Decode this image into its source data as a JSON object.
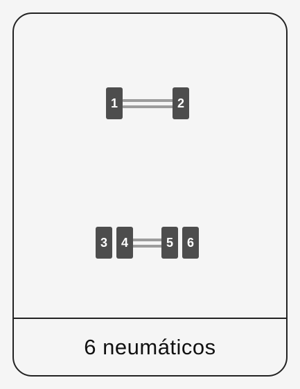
{
  "diagram": {
    "axles": [
      {
        "tires": [
          {
            "label": "1"
          },
          {
            "label": "2"
          }
        ]
      },
      {
        "tires": [
          {
            "label": "3"
          },
          {
            "label": "4"
          },
          {
            "label": "5"
          },
          {
            "label": "6"
          }
        ]
      }
    ]
  },
  "footer": {
    "label": "6 neumáticos"
  }
}
